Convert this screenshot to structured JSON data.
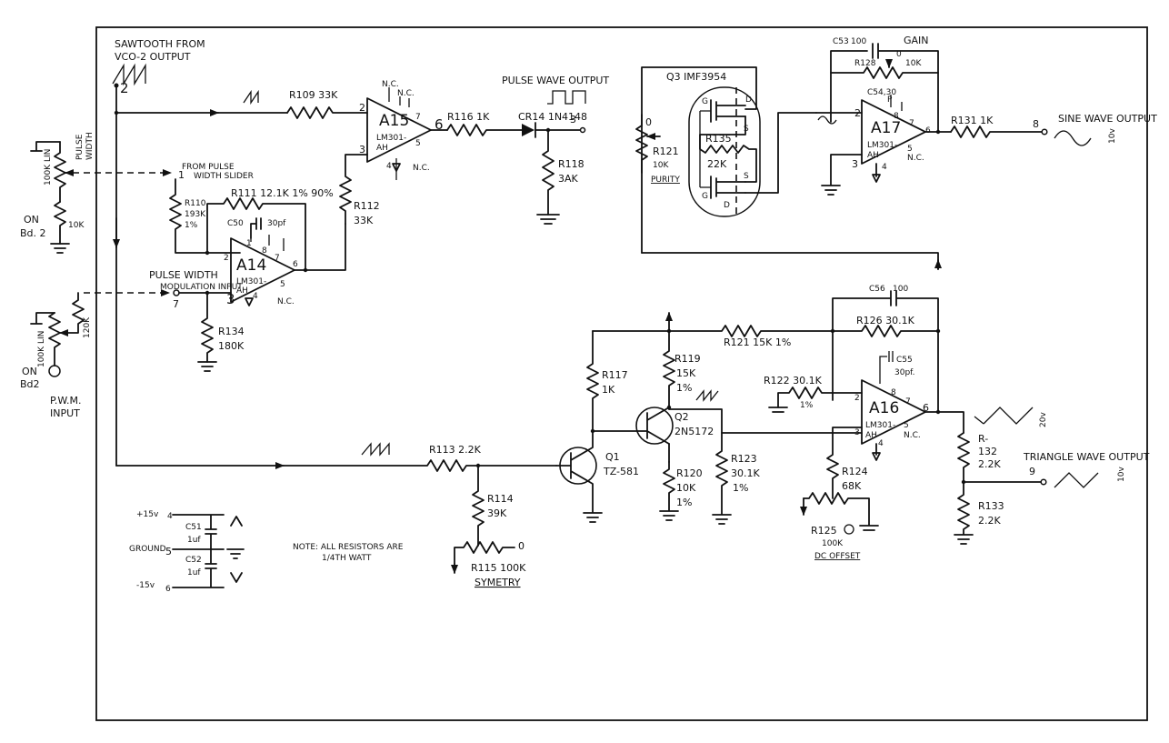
{
  "op_amps": {
    "a15": {
      "name": "A15",
      "part": "LM301-",
      "suffix": "AH"
    },
    "a14": {
      "name": "A14",
      "part": "LM301-",
      "suffix": "AH"
    },
    "a17": {
      "name": "A17",
      "part": "LM301-",
      "suffix": "AH"
    },
    "a16": {
      "name": "A16",
      "part": "LM301-",
      "suffix": "AH"
    }
  },
  "pins": {
    "p1": "1",
    "p2": "2",
    "p3": "3",
    "p4": "4",
    "p5": "5",
    "p6": "6",
    "p7": "7",
    "p8": "8",
    "nc": "N.C."
  },
  "resistors": {
    "r109": "R109 33K",
    "r116": "R116 1K",
    "r118": [
      "R118",
      "3AK"
    ],
    "r110": [
      "R110",
      "193K",
      "1%"
    ],
    "r111": "R111 12.1K 1% 90%",
    "r112": [
      "R112",
      "33K"
    ],
    "r134": [
      "R134",
      "180K"
    ],
    "r121": [
      "R121",
      "10K",
      "PURITY"
    ],
    "r135": [
      "R135",
      "22K"
    ],
    "r128": "R128",
    "r128_value": "10K",
    "r131": "R131 1K",
    "r126": "R126 30.1K",
    "r121b": "R121 15K 1%",
    "r117": [
      "R117",
      "1K"
    ],
    "r119": [
      "R119",
      "15K",
      "1%"
    ],
    "r122": [
      "R122 30.1K",
      "1%"
    ],
    "r123": [
      "R123",
      "30.1K",
      "1%"
    ],
    "r124": [
      "R124",
      "68K"
    ],
    "r125": [
      "R125",
      "100K",
      "DC OFFSET"
    ],
    "r132": [
      "R-",
      "132",
      "2.2K"
    ],
    "r133": [
      "R133",
      "2.2K"
    ],
    "r113": "R113 2.2K",
    "r114": [
      "R114",
      "39K"
    ],
    "r115": [
      "R115 100K",
      "SYMETRY"
    ],
    "r120": [
      "R120",
      "10K",
      "1%"
    ]
  },
  "capacitors": {
    "c50": "C50",
    "c50_value": "30pf",
    "c53": "C53",
    "c53_value": "100",
    "c54": "C54,30",
    "c54_sub": "P",
    "c56": "C56",
    "c56_value": "100",
    "c55": "C55",
    "c55_value": "30pf.",
    "c51": "C51",
    "c51_value": "1uf",
    "c52": "C52",
    "c52_value": "1uf"
  },
  "diode": "CR14 1N4148",
  "transistors": {
    "q3": "Q3 IMF3954",
    "q1": [
      "Q1",
      "TZ-581"
    ],
    "q2": [
      "Q2",
      "2N5172"
    ],
    "fet_g": "G",
    "fet_s": "S",
    "fet_d": "D"
  },
  "labels": {
    "sawtooth_from": "SAWTOOTH FROM",
    "vco_output": "VCO-2 OUTPUT",
    "from_pulse": "FROM PULSE",
    "width_slider": "WIDTH SLIDER",
    "pwm_input_1": "PULSE WIDTH",
    "pwm_input_2": "MODULATION INPUT",
    "pulse_width_1": "PULSE",
    "pulse_width_2": "WIDTH",
    "pot_100k_lin": "100K LIN",
    "pot_10k": "10K",
    "pot_120k": "120K",
    "on_bd2_a": [
      "ON",
      "Bd. 2"
    ],
    "on_bd2_b": [
      "ON",
      "Bd2"
    ],
    "pwm_input": [
      "P.W.M.",
      "INPUT"
    ],
    "pulse_wave_output": "PULSE WAVE OUTPUT",
    "sine_wave_output": "SINE WAVE OUTPUT",
    "triangle_wave_output": "TRIANGLE WAVE OUTPUT",
    "gain": "GAIN",
    "twenty_v": "20v",
    "ten_v": "10v",
    "plus15": "+15v",
    "ground": "GROUND",
    "minus15": "-15v",
    "note_1": "NOTE: ALL RESISTORS ARE",
    "note_2": "1/4TH WATT"
  },
  "terminals": {
    "t1": "1",
    "t2": "2",
    "t3": "3",
    "t4": "4",
    "t5": "5",
    "t6": "6",
    "t7": "7",
    "t8": "8",
    "t9": "9"
  },
  "pot_marks": {
    "zero": "0"
  }
}
